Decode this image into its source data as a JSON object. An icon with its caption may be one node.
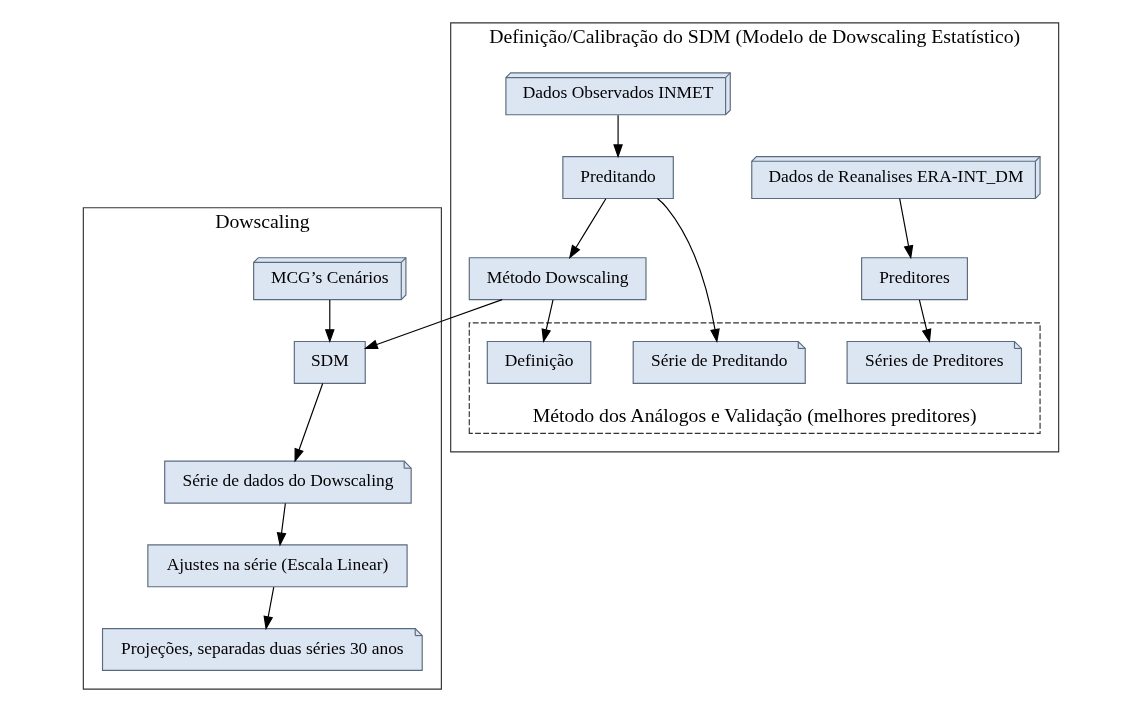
{
  "diagram": {
    "nodes": [
      {
        "text": [
          "Definição/Calibração do SDM (Modelo de Dowscaling Estatístico)"
        ]
      },
      {
        "text": [
          "Dados de Reanalises ERA-INT_DM"
        ],
        "in": 0
      },
      {
        "text": [
          "Dados Observados INMET"
        ],
        "in": 0
      },
      {
        "text": [
          "Preditores"
        ],
        "in": 0
      },
      {
        "text": [
          "Preditando"
        ],
        "in": 0
      },
      {
        "text": [
          "Método Dowscaling"
        ],
        "in": 0
      },
      {
        "text": [
          "Método dos Análogos e Validação (melhores preditores)"
        ],
        "in": 0
      },
      {
        "text": [
          "Séries de Preditores"
        ],
        "in": 6
      },
      {
        "text": [
          "Série de Preditando"
        ],
        "in": 6
      },
      {
        "text": [
          "Definição"
        ],
        "in": 6
      },
      {
        "text": [
          "Dowscaling"
        ]
      },
      {
        "text": [
          "MCG’s Cenários"
        ],
        "in": 10
      },
      {
        "text": [
          "SDM"
        ],
        "in": 10
      },
      {
        "text": [
          "Série de dados do Dowscaling"
        ],
        "in": 10
      },
      {
        "text": [
          "Ajustes na série (Escala Linear)"
        ],
        "in": 10
      },
      {
        "text": [
          "Projeções, separadas duas séries 30 anos"
        ],
        "in": 10
      }
    ],
    "edges": [
      {
        "from": 1,
        "to": 3,
        "arrow": "to"
      },
      {
        "from": 2,
        "to": 4,
        "arrow": "to"
      },
      {
        "from": 3,
        "to": 7,
        "arrow": "to"
      },
      {
        "from": 4,
        "to": 8,
        "arrow": "to"
      },
      {
        "from": 4,
        "to": 5,
        "arrow": "to"
      },
      {
        "from": 5,
        "to": 9,
        "arrow": "to"
      },
      {
        "from": 5,
        "to": 12,
        "arrow": "to"
      },
      {
        "from": 11,
        "to": 12,
        "arrow": "to"
      },
      {
        "from": 12,
        "to": 13,
        "arrow": "to"
      },
      {
        "from": 13,
        "to": 14,
        "arrow": "to"
      },
      {
        "from": 14,
        "to": 15,
        "arrow": "to"
      }
    ]
  }
}
